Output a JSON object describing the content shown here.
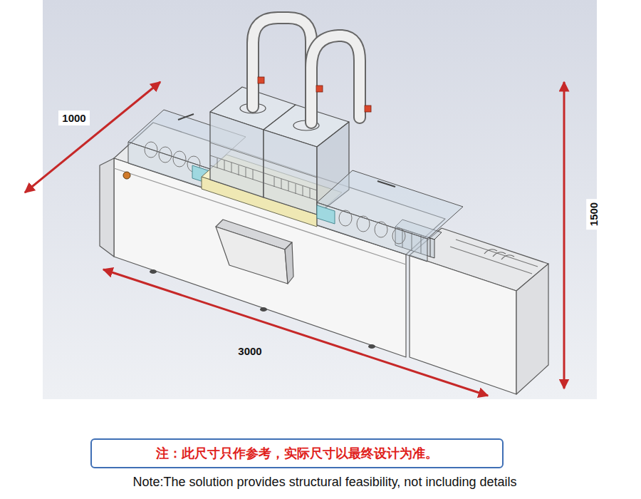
{
  "diagram": {
    "nodes": [
      {
        "text": [
          "注：此尺寸只作参考，实际尺寸以最终设计为准。"
        ]
      }
    ],
    "labels": [
      "1000",
      "3000",
      "1500",
      "Note:The solution provides structural feasibility, not including details"
    ]
  }
}
